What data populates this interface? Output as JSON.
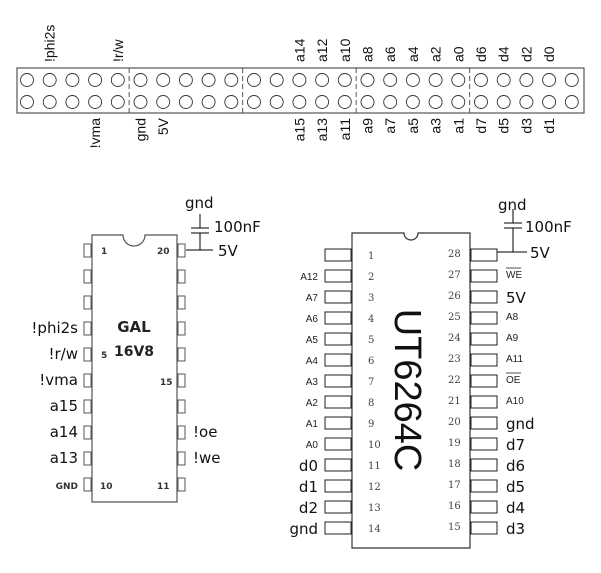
{
  "connector": {
    "columns": 25,
    "group_size": 5,
    "top_labels": [
      {
        "col": 2,
        "text": "!phi2s"
      },
      {
        "col": 5,
        "text": "!r/w"
      },
      {
        "col": 13,
        "text": "a14"
      },
      {
        "col": 14,
        "text": "a12"
      },
      {
        "col": 15,
        "text": "a10"
      },
      {
        "col": 16,
        "text": "a8"
      },
      {
        "col": 17,
        "text": "a6"
      },
      {
        "col": 18,
        "text": "a4"
      },
      {
        "col": 19,
        "text": "a2"
      },
      {
        "col": 20,
        "text": "a0"
      },
      {
        "col": 21,
        "text": "d6"
      },
      {
        "col": 22,
        "text": "d4"
      },
      {
        "col": 23,
        "text": "d2"
      },
      {
        "col": 24,
        "text": "d0"
      }
    ],
    "bottom_labels": [
      {
        "col": 4,
        "text": "!vma"
      },
      {
        "col": 6,
        "text": "gnd"
      },
      {
        "col": 7,
        "text": "5V"
      },
      {
        "col": 13,
        "text": "a15"
      },
      {
        "col": 14,
        "text": "a13"
      },
      {
        "col": 15,
        "text": "a11"
      },
      {
        "col": 16,
        "text": "a9"
      },
      {
        "col": 17,
        "text": "a7"
      },
      {
        "col": 18,
        "text": "a5"
      },
      {
        "col": 19,
        "text": "a3"
      },
      {
        "col": 20,
        "text": "a1"
      },
      {
        "col": 21,
        "text": "d7"
      },
      {
        "col": 22,
        "text": "d5"
      },
      {
        "col": 23,
        "text": "d3"
      },
      {
        "col": 24,
        "text": "d1"
      }
    ]
  },
  "gal": {
    "title_line1": "GAL",
    "title_line2": "16V8",
    "pin_numbers": {
      "p1": "1",
      "p5": "5",
      "p10": "10",
      "p11": "11",
      "p15": "15",
      "p20": "20"
    },
    "left_labels": [
      "",
      "",
      "",
      "!phi2s",
      "!r/w",
      "!vma",
      "a15",
      "a14",
      "a13",
      "GND"
    ],
    "right_labels": [
      "",
      "",
      "",
      "",
      "",
      "",
      "",
      "!oe",
      "!we",
      ""
    ],
    "cap": {
      "gnd": "gnd",
      "value": "100nF",
      "vcc": "5V"
    }
  },
  "sram": {
    "title": "UT6264C",
    "left_numbers": [
      "1",
      "2",
      "3",
      "4",
      "5",
      "6",
      "7",
      "8",
      "9",
      "10",
      "11",
      "12",
      "13",
      "14"
    ],
    "right_numbers": [
      "28",
      "27",
      "26",
      "25",
      "24",
      "23",
      "22",
      "21",
      "20",
      "19",
      "18",
      "17",
      "16",
      "15"
    ],
    "left_labels": [
      "",
      "A12",
      "A7",
      "A6",
      "A5",
      "A4",
      "A3",
      "A2",
      "A1",
      "A0",
      "d0",
      "d1",
      "d2",
      "gnd"
    ],
    "right_labels": [
      "",
      "WE",
      "5V",
      "A8",
      "A9",
      "A11",
      "OE",
      "A10",
      "gnd",
      "d7",
      "d6",
      "d5",
      "d4",
      "d3"
    ],
    "cap": {
      "gnd": "gnd",
      "value": "100nF",
      "vcc": "5V"
    }
  }
}
